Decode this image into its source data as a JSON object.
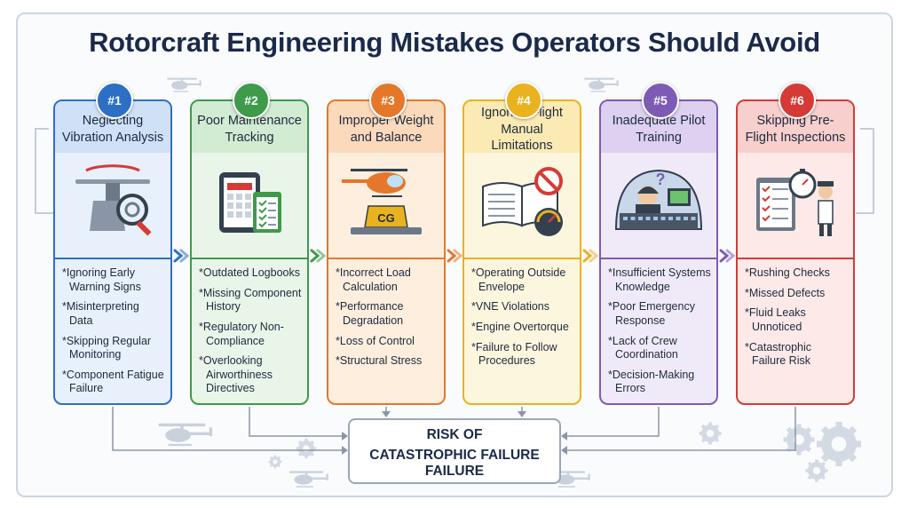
{
  "title": "Rotorcraft Engineering Mistakes Operators Should Avoid",
  "cards": [
    {
      "badge": "#1",
      "heading": "Neglecting Vibration Analysis",
      "icon": "rotor-magnifier-icon",
      "color": "#2d6fc4",
      "bg": "#e7f0fb",
      "head_bg": "#cfe1f6",
      "items": [
        "*Ignoring Early Warning Signs",
        "*Misinterpreting Data",
        "*Skipping Regular Monitoring",
        "*Component Fatigue Failure"
      ]
    },
    {
      "badge": "#2",
      "heading": "Poor Maintenance Tracking",
      "icon": "tablet-checklist-icon",
      "color": "#3f9a4a",
      "bg": "#e9f5e9",
      "head_bg": "#d2ebd3",
      "items": [
        "*Outdated Logbooks",
        "*Missing Component History",
        "*Regulatory Non-Compliance",
        "*Overlooking Airworthiness Directives"
      ]
    },
    {
      "badge": "#3",
      "heading": "Improper Weight and Balance",
      "icon": "helicopter-cg-scale-icon",
      "color": "#e5772a",
      "bg": "#fdeede",
      "head_bg": "#fbd9bb",
      "items": [
        "*Incorrect Load Calculation",
        "*Performance Degradation",
        "*Loss of Control",
        "*Structural Stress"
      ]
    },
    {
      "badge": "#4",
      "heading": "Ignoring Flight Manual Limitations",
      "icon": "manual-gauge-icon",
      "color": "#e9b21f",
      "bg": "#fdf6de",
      "head_bg": "#fbeab4",
      "items": [
        "*Operating Outside Envelope",
        "*VNE Violations",
        "*Engine Overtorque",
        "*Failure to Follow Procedures"
      ]
    },
    {
      "badge": "#5",
      "heading": "Inadequate Pilot Training",
      "icon": "pilot-cockpit-icon",
      "color": "#7d5bb5",
      "bg": "#f0eaf8",
      "head_bg": "#ddd0f0",
      "items": [
        "*Insufficient Systems Knowledge",
        "*Poor Emergency Response",
        "*Lack of Crew Coordination",
        "*Decision-Making Errors"
      ]
    },
    {
      "badge": "#6",
      "heading": "Skipping Pre-Flight Inspections",
      "icon": "checklist-stopwatch-pilot-icon",
      "color": "#d63a36",
      "bg": "#fce9e8",
      "head_bg": "#f7cfcd",
      "items": [
        "*Rushing Checks",
        "*Missed Defects",
        "*Fluid Leaks Unnoticed",
        "*Catastrophic Failure Risk"
      ]
    }
  ],
  "result": {
    "line1": "RISK OF",
    "line2": "CATASTROPHIC FAILURE",
    "line3": "FAILURE"
  }
}
